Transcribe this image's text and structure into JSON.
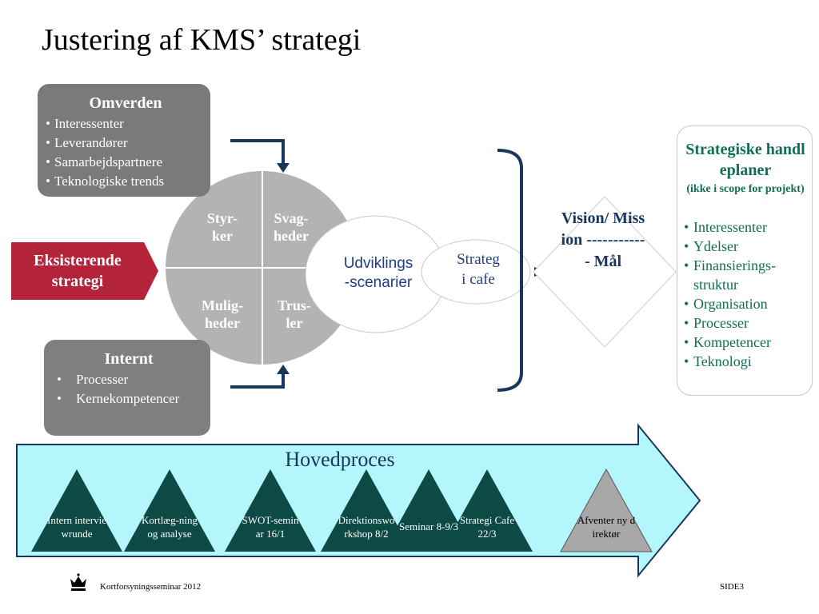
{
  "title": "Justering af KMS’ strategi",
  "omverden": {
    "heading": "Omverden",
    "items": [
      "Interessenter",
      "Leverandører",
      "Samarbejdspartnere",
      "Teknologiske trends"
    ]
  },
  "internt": {
    "heading": "Internt",
    "items": [
      "Processer",
      "Kernekompetencer"
    ]
  },
  "existing_strategy": "Eksisterende strategi",
  "swot": {
    "strengths": "Styr-\nker",
    "weaknesses": "Svag-\nheder",
    "opportunities": "Mulig-\nheder",
    "threats": "Trus-\nler"
  },
  "scenarios": "Udviklings\n-scenarier",
  "strategy_cafe": "Strateg\ni cafe",
  "vision": "Vision/ Mission ------------ Mål",
  "plans": {
    "title": "Strategiske handleplaner",
    "subtitle": "(ikke i scope for projekt)",
    "items": [
      "Interessenter",
      "Ydelser",
      "Finansierings-\nstruktur",
      "Organisation",
      "Processer",
      "Kompetencer",
      "Teknologi"
    ]
  },
  "process": {
    "title": "Hovedproces",
    "steps": [
      {
        "label": "Intern interviewrunde",
        "status": "done"
      },
      {
        "label": "Kortlæg-ning og analyse",
        "status": "done"
      },
      {
        "label": "SWOT-seminar 16/1",
        "status": "done"
      },
      {
        "label": "Direktionsworkshop 8/2",
        "status": "done"
      },
      {
        "label": "Seminar 8-9/3",
        "status": "done"
      },
      {
        "label": "Strategi Cafe 22/3",
        "status": "done"
      },
      {
        "label": "Afventer ny direktør",
        "status": "pending"
      }
    ]
  },
  "footer": {
    "left": "Kortforsyningsseminar 2012",
    "right": "SIDE3",
    "logo_icon": "crown-icon"
  },
  "colors": {
    "grey_box": "#7a7a7a",
    "swot_circle": "#b3b3b3",
    "existing_strategy": "#b3243a",
    "process_arrow": "#b3f6fb",
    "triangle_done": "#0d4a45",
    "triangle_pending": "#a8a8a8",
    "navy": "#17375e",
    "plan_text": "#0f6e55"
  }
}
